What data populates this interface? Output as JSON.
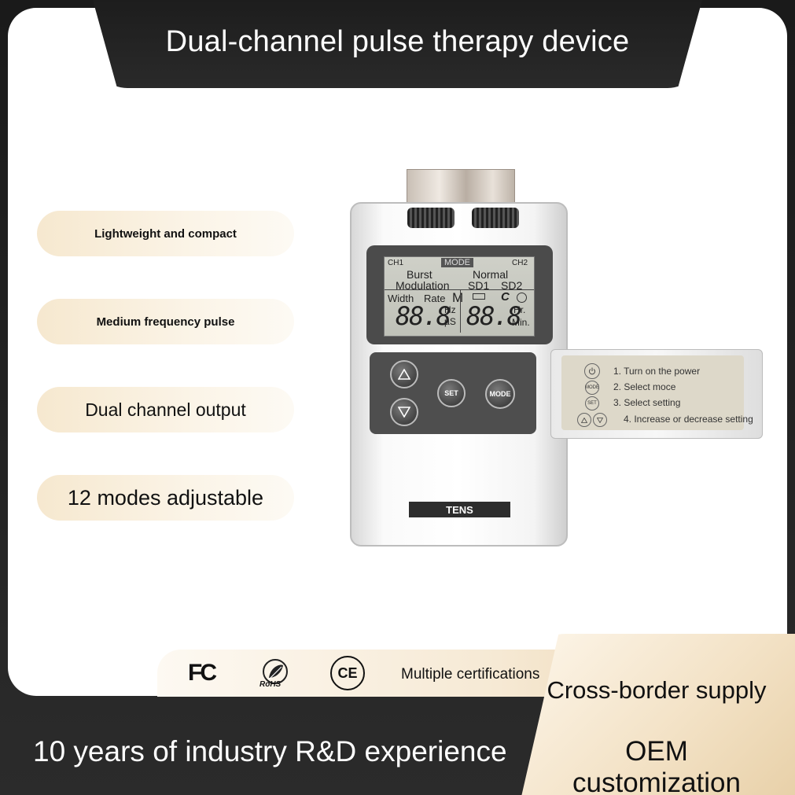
{
  "header": {
    "title": "Dual-channel pulse therapy device"
  },
  "features": [
    "Lightweight and compact",
    "Medium frequency pulse",
    "Dual channel output",
    "12 modes adjustable"
  ],
  "device": {
    "lcd": {
      "ch1": "CH1",
      "mode": "MODE",
      "ch2": "CH2",
      "burst": "Burst",
      "normal": "Normal",
      "modulation": "Modulation",
      "sd1": "SD1",
      "sd2": "SD2",
      "width": "Width",
      "rate": "Rate",
      "m": "M",
      "c": "C",
      "left_digits": "88.8",
      "right_digits": "88.8",
      "hz": "Hz",
      "us": "µS",
      "hr": "Hr.",
      "min": "Min."
    },
    "buttons": {
      "set": "SET",
      "mode": "MODE"
    },
    "label": "TENS",
    "instructions": [
      "1. Turn on the power",
      "2. Select moce",
      "3. Select setting",
      "4. Increase or decrease setting"
    ],
    "mini_icons": {
      "mode": "MODE",
      "set": "SET"
    }
  },
  "certifications": {
    "fc": "FC",
    "rohs": "RoHS",
    "ce": "CE",
    "text": "Multiple certifications"
  },
  "badges": {
    "supply": "Cross-border supply",
    "oem": "OEM customization"
  },
  "footer": {
    "experience": "10 years of industry R&D experience"
  },
  "colors": {
    "dark": "#1d1d1d",
    "gold_light": "#f6e8cf",
    "gold": "#e7cfa6",
    "white": "#ffffff"
  }
}
